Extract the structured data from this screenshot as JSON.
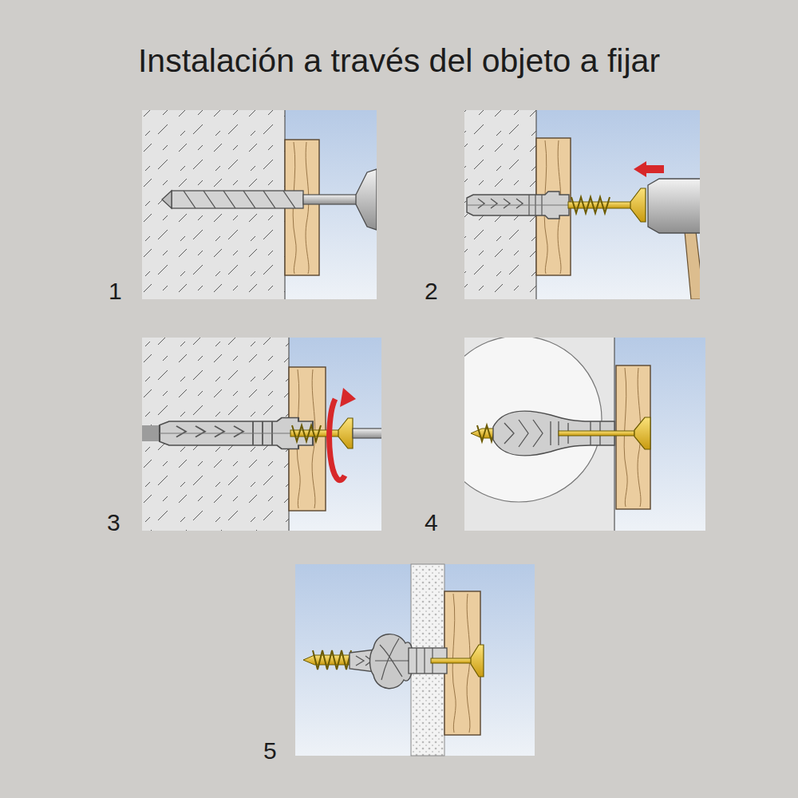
{
  "diagram": {
    "title": "Instalación a través del objeto a fijar",
    "labels": [
      "1",
      "2",
      "3",
      "4",
      "5"
    ]
  }
}
